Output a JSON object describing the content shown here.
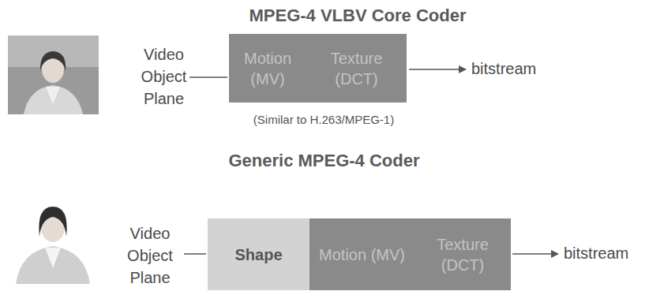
{
  "diagram": {
    "nodes": [
      {
        "text": [
          "MPEG-4 VLBV Core Coder",
          "(Similar to H.263/MPEG-1)"
        ]
      },
      {
        "text": [
          "Motion (MV)"
        ],
        "in": 0
      },
      {
        "text": [
          "Texture (DCT)"
        ],
        "in": 0
      },
      {
        "text": [
          "Generic MPEG-4 Coder"
        ]
      },
      {
        "text": [
          "Shape"
        ],
        "in": 3
      },
      {
        "text": [
          "Motion (MV)"
        ],
        "in": 3
      },
      {
        "text": [
          "Texture (DCT)"
        ],
        "in": 3
      }
    ],
    "labels": [
      "Video Object Plane",
      "bitstream",
      "Video Object Plane",
      "bitstream"
    ]
  }
}
